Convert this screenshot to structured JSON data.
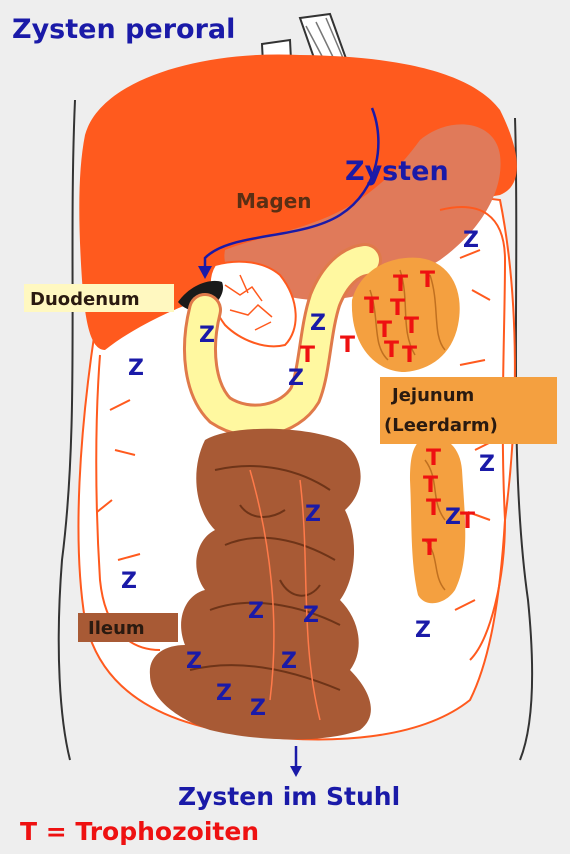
{
  "labels": {
    "title_top": "Zysten peroral",
    "zysten": "Zysten",
    "magen": "Magen",
    "duodenum": "Duodenum",
    "jejunum_line1": "Jejunum",
    "jejunum_line2": "(Leerdarm)",
    "ileum": "Ileum",
    "bottom": "Zysten im Stuhl",
    "legend": "T = Trophozoiten"
  },
  "markers": {
    "z_symbol": "Z",
    "t_symbol": "T"
  },
  "colors": {
    "background": "#eeeeee",
    "liver": "#ff5a1e",
    "stomach": "#e07a5a",
    "duodenum": "#fff8a0",
    "jejunum": "#f4a040",
    "ileum": "#a85a35",
    "vessels": "#ff5a1e",
    "cyst_marker": "#1a1aa8",
    "trophozoite_marker": "#ee1111"
  }
}
